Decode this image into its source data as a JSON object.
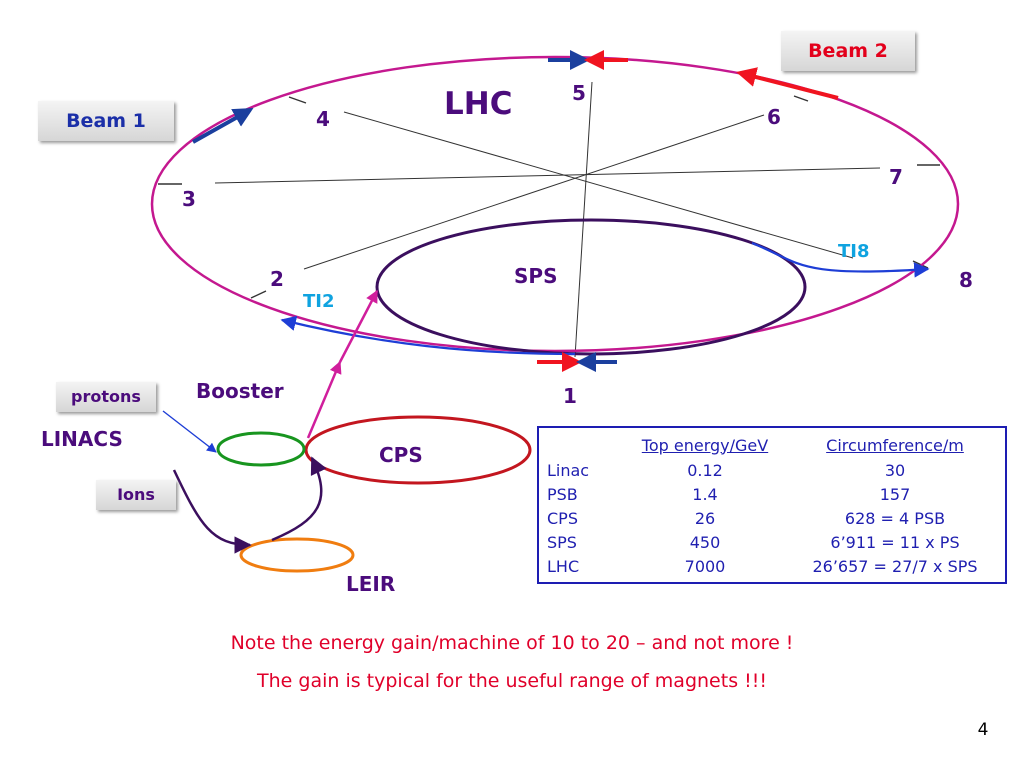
{
  "labels": {
    "lhc": "LHC",
    "sps": "SPS",
    "cps": "CPS",
    "leir": "LEIR",
    "booster": "Booster",
    "linacs": "LINACS",
    "ti2": "TI2",
    "ti8": "TI8",
    "beam1": "Beam 1",
    "beam2": "Beam 2",
    "protons": "protons",
    "ions": "Ions"
  },
  "points": {
    "p1": "1",
    "p2": "2",
    "p3": "3",
    "p4": "4",
    "p5": "5",
    "p6": "6",
    "p7": "7",
    "p8": "8"
  },
  "table": {
    "headers": [
      "",
      "Top energy/GeV",
      "Circumference/m"
    ],
    "rows": [
      [
        "Linac",
        "0.12",
        "30"
      ],
      [
        "PSB",
        "1.4",
        "157"
      ],
      [
        "CPS",
        "26",
        "628 = 4 PSB"
      ],
      [
        "SPS",
        "450",
        "6’911 = 11 x PS"
      ],
      [
        "LHC",
        "7000",
        "26’657 = 27/7 x SPS"
      ]
    ]
  },
  "notes": {
    "line1": "Note the energy gain/machine of 10 to 20 – and not more !",
    "line2": "The gain is typical for the useful range of magnets !!!"
  },
  "page_number": "4",
  "colors": {
    "lhc_ring": "#c4188f",
    "sps_ring": "#3b0f5e",
    "cps_ring": "#c3161f",
    "booster_ring": "#18951f",
    "leir_ring": "#f07d10",
    "beam1": "#1b3f9e",
    "beam2": "#f01420",
    "transfer_line": "#1e3ed6",
    "injection": "#d01e9c",
    "label_purple": "#4b0c7c",
    "label_cyan": "#0fa3e0",
    "note_red": "#e0002a"
  }
}
